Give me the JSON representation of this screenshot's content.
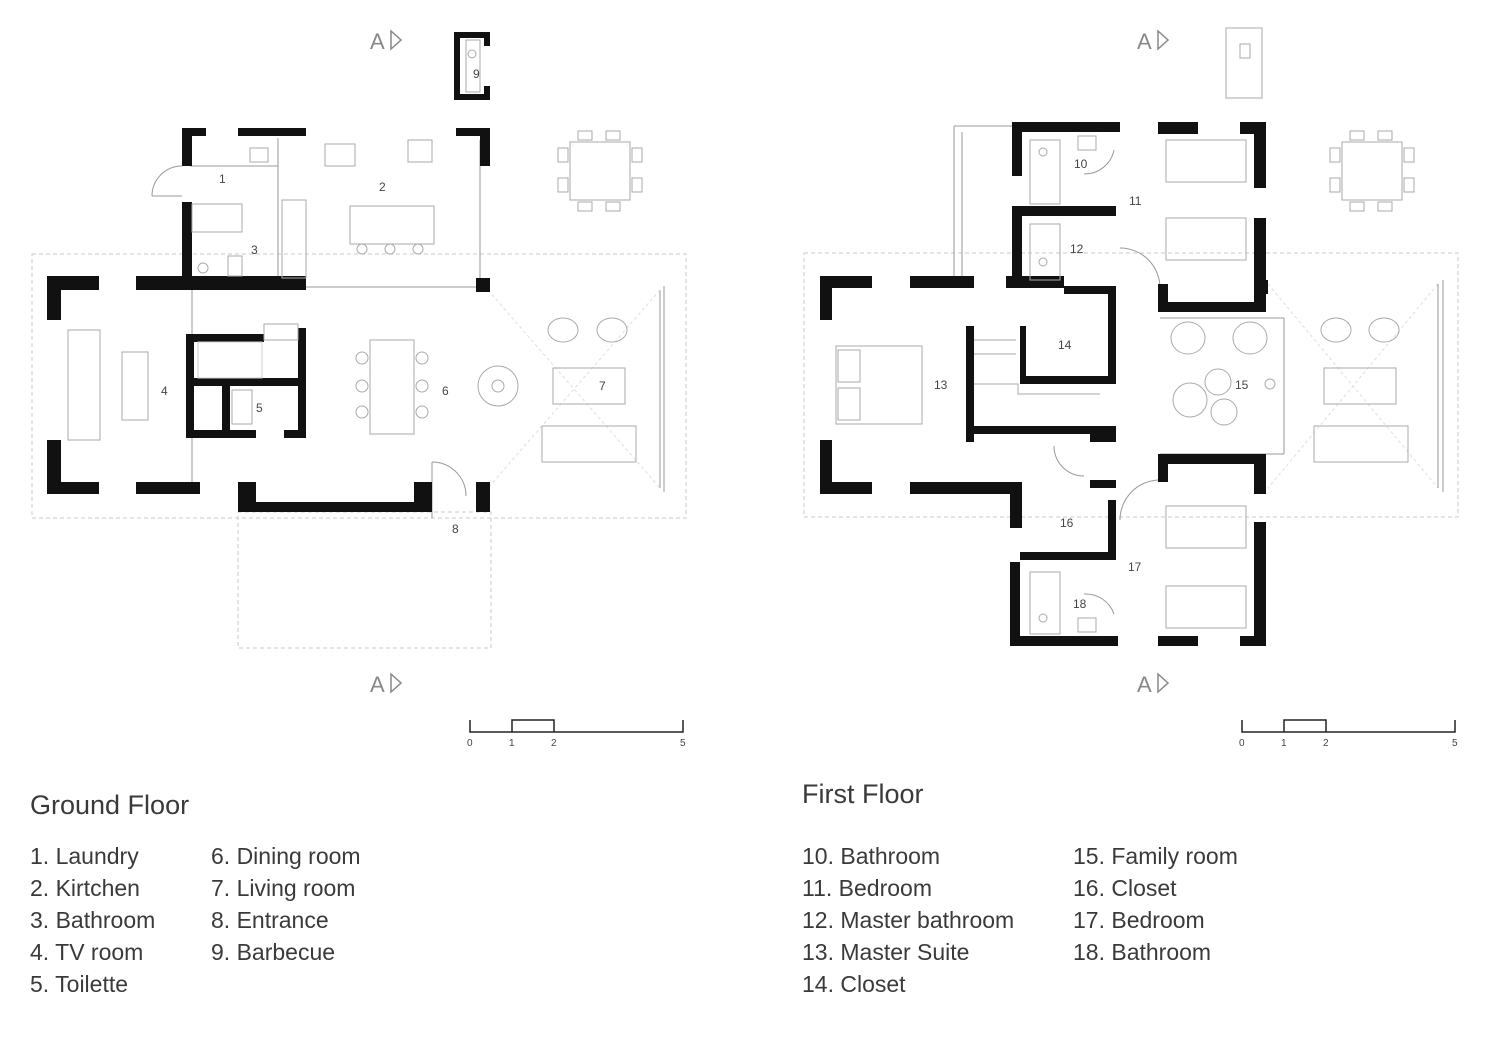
{
  "ground_floor": {
    "title": "Ground Floor",
    "section_marks": [
      "A",
      "A"
    ],
    "rooms_col1": [
      "1. Laundry",
      "2. Kirtchen",
      "3. Bathroom",
      "4. TV room",
      "5. Toilette"
    ],
    "rooms_col2": [
      "6. Dining room",
      "7. Living room",
      "8. Entrance",
      "9. Barbecue"
    ],
    "room_numbers": [
      "1",
      "2",
      "3",
      "4",
      "5",
      "6",
      "7",
      "8",
      "9"
    ],
    "scale_labels": [
      "0",
      "1",
      "2",
      "5"
    ]
  },
  "first_floor": {
    "title": "First Floor",
    "section_marks": [
      "A",
      "A"
    ],
    "rooms_col1": [
      "10. Bathroom",
      "11. Bedroom",
      "12. Master bathroom",
      "13. Master Suite",
      "14. Closet"
    ],
    "rooms_col2": [
      "15. Family room",
      "16. Closet",
      "17. Bedroom",
      "18. Bathroom"
    ],
    "room_numbers": [
      "10",
      "11",
      "12",
      "13",
      "14",
      "15",
      "16",
      "17",
      "18"
    ],
    "scale_labels": [
      "0",
      "1",
      "2",
      "5"
    ]
  },
  "colors": {
    "wall": "#111111",
    "line": "#888888",
    "dashed": "#bbbbbb",
    "text": "#3a3a3a"
  }
}
